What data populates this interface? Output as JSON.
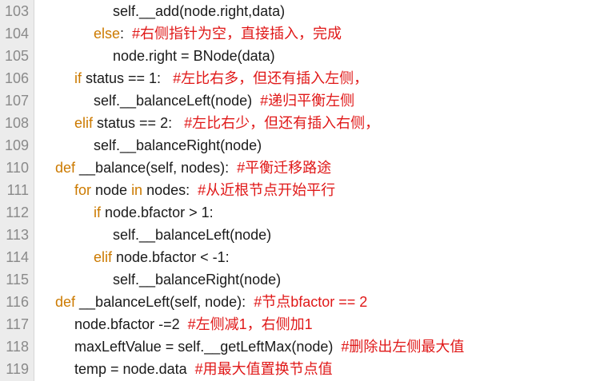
{
  "editor": {
    "lines": [
      {
        "num": "103",
        "indent": 3,
        "segments": [
          {
            "t": "self.__add(node.right,data)",
            "c": "code"
          }
        ]
      },
      {
        "num": "104",
        "indent": 2,
        "segments": [
          {
            "t": "else",
            "c": "kw"
          },
          {
            "t": ":  ",
            "c": "code"
          },
          {
            "t": "#右侧指针为空，直接插入，完成",
            "c": "cm"
          }
        ]
      },
      {
        "num": "105",
        "indent": 3,
        "segments": [
          {
            "t": "node.right = BNode(data)",
            "c": "code"
          }
        ]
      },
      {
        "num": "106",
        "indent": 1,
        "segments": [
          {
            "t": "if",
            "c": "kw"
          },
          {
            "t": " status == 1:   ",
            "c": "code"
          },
          {
            "t": "#左比右多，但还有插入左侧，",
            "c": "cm"
          }
        ]
      },
      {
        "num": "107",
        "indent": 2,
        "segments": [
          {
            "t": "self.__balanceLeft(node)  ",
            "c": "code"
          },
          {
            "t": "#递归平衡左侧",
            "c": "cm"
          }
        ]
      },
      {
        "num": "108",
        "indent": 1,
        "segments": [
          {
            "t": "elif",
            "c": "kw"
          },
          {
            "t": " status == 2:   ",
            "c": "code"
          },
          {
            "t": "#左比右少，但还有插入右侧，",
            "c": "cm"
          }
        ]
      },
      {
        "num": "109",
        "indent": 2,
        "segments": [
          {
            "t": "self.__balanceRight(node)",
            "c": "code"
          }
        ]
      },
      {
        "num": "110",
        "indent": 0,
        "segments": [
          {
            "t": "def",
            "c": "kw"
          },
          {
            "t": " __balance(self, nodes):  ",
            "c": "code"
          },
          {
            "t": "#平衡迁移路途",
            "c": "cm"
          }
        ]
      },
      {
        "num": "111",
        "indent": 1,
        "segments": [
          {
            "t": "for",
            "c": "kw"
          },
          {
            "t": " node ",
            "c": "code"
          },
          {
            "t": "in",
            "c": "kw"
          },
          {
            "t": " nodes:  ",
            "c": "code"
          },
          {
            "t": "#从近根节点开始平行",
            "c": "cm"
          }
        ]
      },
      {
        "num": "112",
        "indent": 2,
        "segments": [
          {
            "t": "if",
            "c": "kw"
          },
          {
            "t": " node.bfactor > 1:",
            "c": "code"
          }
        ]
      },
      {
        "num": "113",
        "indent": 3,
        "segments": [
          {
            "t": "self.__balanceLeft(node)",
            "c": "code"
          }
        ]
      },
      {
        "num": "114",
        "indent": 2,
        "segments": [
          {
            "t": "elif",
            "c": "kw"
          },
          {
            "t": " node.bfactor < -1:",
            "c": "code"
          }
        ]
      },
      {
        "num": "115",
        "indent": 3,
        "segments": [
          {
            "t": "self.__balanceRight(node)",
            "c": "code"
          }
        ]
      },
      {
        "num": "116",
        "indent": 0,
        "segments": [
          {
            "t": "def",
            "c": "kw"
          },
          {
            "t": " __balanceLeft(self, node):  ",
            "c": "code"
          },
          {
            "t": "#节点bfactor == 2",
            "c": "cm"
          }
        ]
      },
      {
        "num": "117",
        "indent": 1,
        "segments": [
          {
            "t": "node.bfactor -=2  ",
            "c": "code"
          },
          {
            "t": "#左侧减1，右侧加1",
            "c": "cm"
          }
        ]
      },
      {
        "num": "118",
        "indent": 1,
        "segments": [
          {
            "t": "maxLeftValue = self.__getLeftMax(node)  ",
            "c": "code"
          },
          {
            "t": "#删除出左侧最大值",
            "c": "cm"
          }
        ]
      },
      {
        "num": "119",
        "indent": 1,
        "segments": [
          {
            "t": "temp = node.data  ",
            "c": "code"
          },
          {
            "t": "#用最大值置换节点值",
            "c": "cm"
          }
        ]
      }
    ]
  }
}
